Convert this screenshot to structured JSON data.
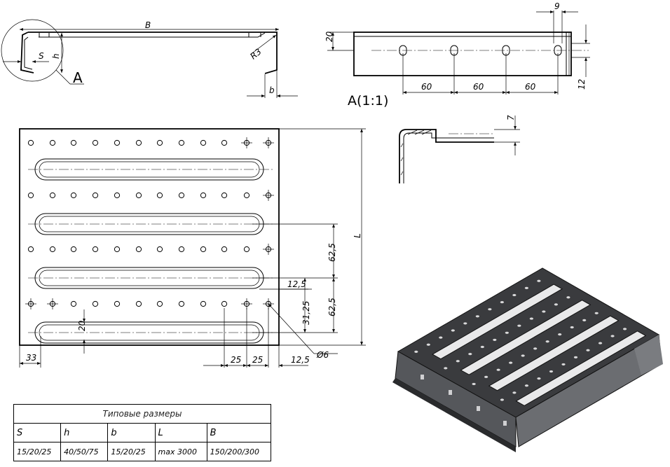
{
  "labels": {
    "B": "B",
    "S": "S",
    "h": "h",
    "R3": "R3",
    "A": "A",
    "b": "b",
    "view_a": "A(1:1)",
    "L": "L",
    "d20a": "20",
    "d9": "9",
    "d12": "12",
    "d60_1": "60",
    "d60_2": "60",
    "d60_3": "60",
    "d7": "7",
    "d62_5a": "62,5",
    "d62_5b": "62,5",
    "d12_5a": "12,5",
    "d31_25": "31,25",
    "d20b": "20",
    "d33": "33",
    "d25a": "25",
    "d25b": "25",
    "d12_5b": "12,5",
    "d6": "Ø6"
  },
  "table": {
    "title": "Типовые размеры",
    "headers": [
      "S",
      "h",
      "b",
      "L",
      "B"
    ],
    "values": [
      "15/20/25",
      "40/50/75",
      "15/20/25",
      "max 3000",
      "150/200/300"
    ]
  }
}
